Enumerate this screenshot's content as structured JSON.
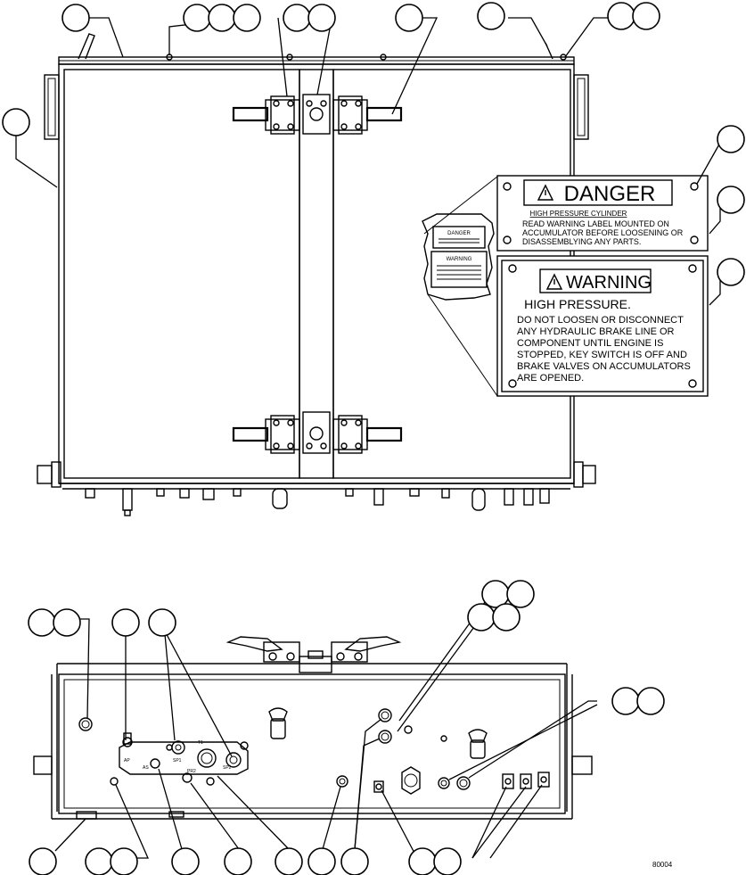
{
  "figure_id": "80004",
  "danger_label": {
    "heading": "DANGER",
    "subheading": "HIGH PRESSURE CYLINDER",
    "lines": [
      "READ WARNING LABEL MOUNTED ON",
      "ACCUMULATOR BEFORE LOOSENING OR",
      "DISASSEMBLYING ANY PARTS."
    ]
  },
  "warning_label": {
    "heading": "WARNING",
    "subheading": "HIGH PRESSURE.",
    "lines": [
      "DO NOT LOOSEN OR DISCONNECT",
      "ANY HYDRAULIC BRAKE LINE OR",
      "COMPONENT UNTIL ENGINE IS",
      "STOPPED, KEY SWITCH IS OFF AND",
      "BRAKE VALVES ON ACCUMULATORS",
      "ARE OPENED."
    ]
  },
  "mini_labels": {
    "danger": "DANGER",
    "warning": "WARNING"
  },
  "port_labels": {
    "ap": "AP",
    "as": "AS",
    "sp1": "SP1",
    "pr2": "PR2",
    "t1": "T1",
    "sp2": "SP2"
  }
}
